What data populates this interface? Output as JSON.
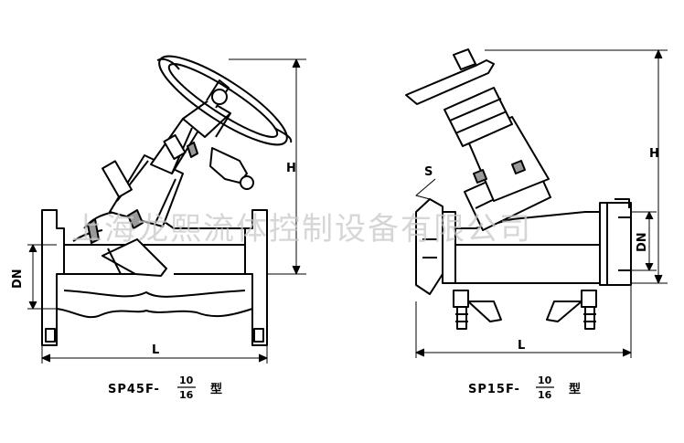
{
  "watermark": "上海龙熙流体控制设备有限公司",
  "left_drawing": {
    "dim_h": "H",
    "dim_dn": "DN",
    "dim_l": "L",
    "model_prefix": "SP45F-",
    "pressure_top": "10",
    "pressure_bottom": "16",
    "model_suffix": "型"
  },
  "right_drawing": {
    "dim_h": "H",
    "dim_dn": "DN",
    "dim_l": "L",
    "dim_s": "S",
    "model_prefix": "SP15F-",
    "pressure_top": "10",
    "pressure_bottom": "16",
    "model_suffix": "型"
  },
  "colors": {
    "line": "#000000",
    "body_fill": "#ffffff",
    "shade": "#9a9a9a",
    "watermark": "#c9c9c9"
  }
}
